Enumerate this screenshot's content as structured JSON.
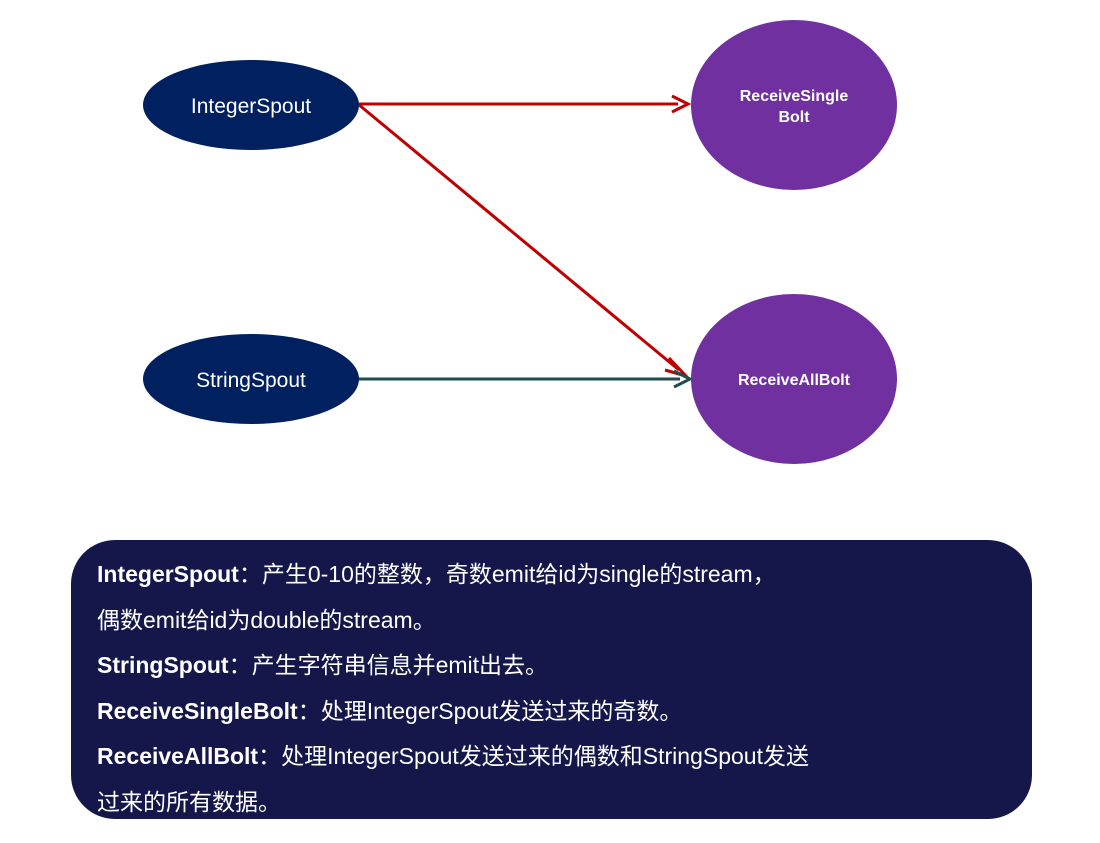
{
  "diagram": {
    "nodes": {
      "integer_spout": {
        "line1": "IntegerSpout",
        "line2": ""
      },
      "string_spout": {
        "line1": "StringSpout",
        "line2": ""
      },
      "receive_single_bolt": {
        "line1": "ReceiveSingle",
        "line2": "Bolt"
      },
      "receive_all_bolt": {
        "line1": "ReceiveAllBolt",
        "line2": ""
      }
    },
    "edges": [
      {
        "from": "IntegerSpout",
        "to": "ReceiveSingleBolt",
        "color": "#c00000"
      },
      {
        "from": "IntegerSpout",
        "to": "ReceiveAllBolt",
        "color": "#c00000"
      },
      {
        "from": "StringSpout",
        "to": "ReceiveAllBolt",
        "color": "#1f4e4e"
      }
    ],
    "colors": {
      "spout_fill": "#002060",
      "bolt_fill": "#7030a0",
      "description_background": "#15174a"
    }
  },
  "description": {
    "lines": [
      {
        "term": "IntegerSpout",
        "text": "：产生0-10的整数，奇数emit给id为single的stream，"
      },
      {
        "term": "",
        "text": "偶数emit给id为double的stream。"
      },
      {
        "term": "StringSpout",
        "text": "：产生字符串信息并emit出去。"
      },
      {
        "term": "ReceiveSingleBolt",
        "text": "：处理IntegerSpout发送过来的奇数。"
      },
      {
        "term": "ReceiveAllBolt",
        "text": "：处理IntegerSpout发送过来的偶数和StringSpout发送"
      },
      {
        "term": "",
        "text": "过来的所有数据。"
      }
    ]
  }
}
